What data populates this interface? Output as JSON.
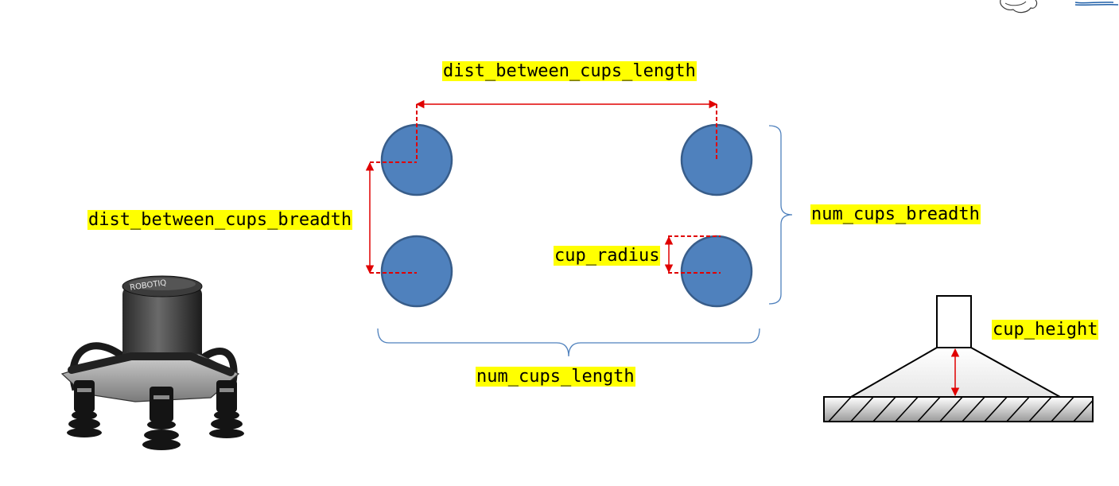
{
  "labels": {
    "dist_between_cups_length": "dist_between_cups_length",
    "dist_between_cups_breadth": "dist_between_cups_breadth",
    "cup_radius": "cup_radius",
    "num_cups_breadth": "num_cups_breadth",
    "num_cups_length": "num_cups_length",
    "cup_height": "cup_height"
  },
  "gripper": {
    "brand_text": "ROBOTIQ"
  },
  "colors": {
    "cup_fill": "#4f81bd",
    "cup_stroke": "#385d8a",
    "dimension_line": "#e00000",
    "brace": "#4f81bd",
    "label_highlight": "#ffff00"
  }
}
